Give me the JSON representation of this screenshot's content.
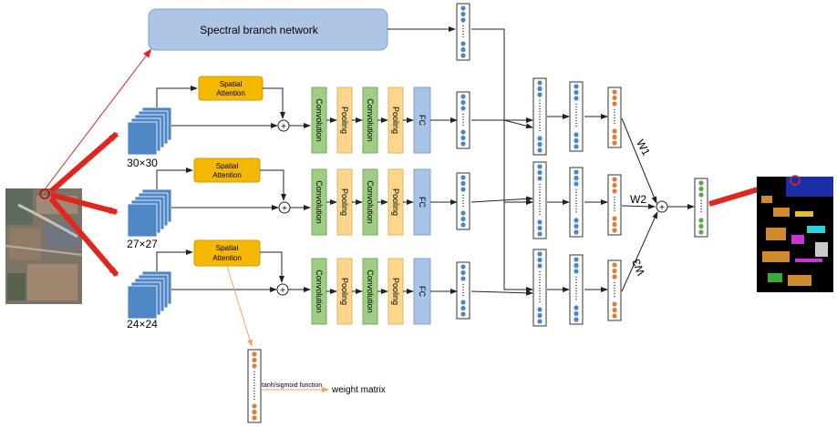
{
  "labels": {
    "spectral_branch": "Spectral branch network",
    "spatial_attention_1": "Spatial",
    "spatial_attention_2": "Attention",
    "convolution": "Convolution",
    "pooling": "Pooling",
    "fc": "FC",
    "scale_1": "30×30",
    "scale_2": "27×27",
    "scale_3": "24×24",
    "w1": "W1",
    "w2": "W2",
    "w3": "W3",
    "activation_fn": "tanh/sigmoid function",
    "weight_matrix": "weight matrix",
    "plus": "+"
  },
  "colors": {
    "spectral_fill": "#aec6e6",
    "attention_fill": "#f5b800",
    "conv_fill": "#9fcd83",
    "pool_fill": "#fbd68c",
    "fc_fill": "#a8c3e6",
    "patch_fill": "#4f86c6",
    "arrow_red": "#e0261d",
    "arrow_orange": "#f4a460",
    "node_blue": "#4a86c8",
    "node_orange": "#e07b39",
    "node_green": "#5aa84a"
  }
}
